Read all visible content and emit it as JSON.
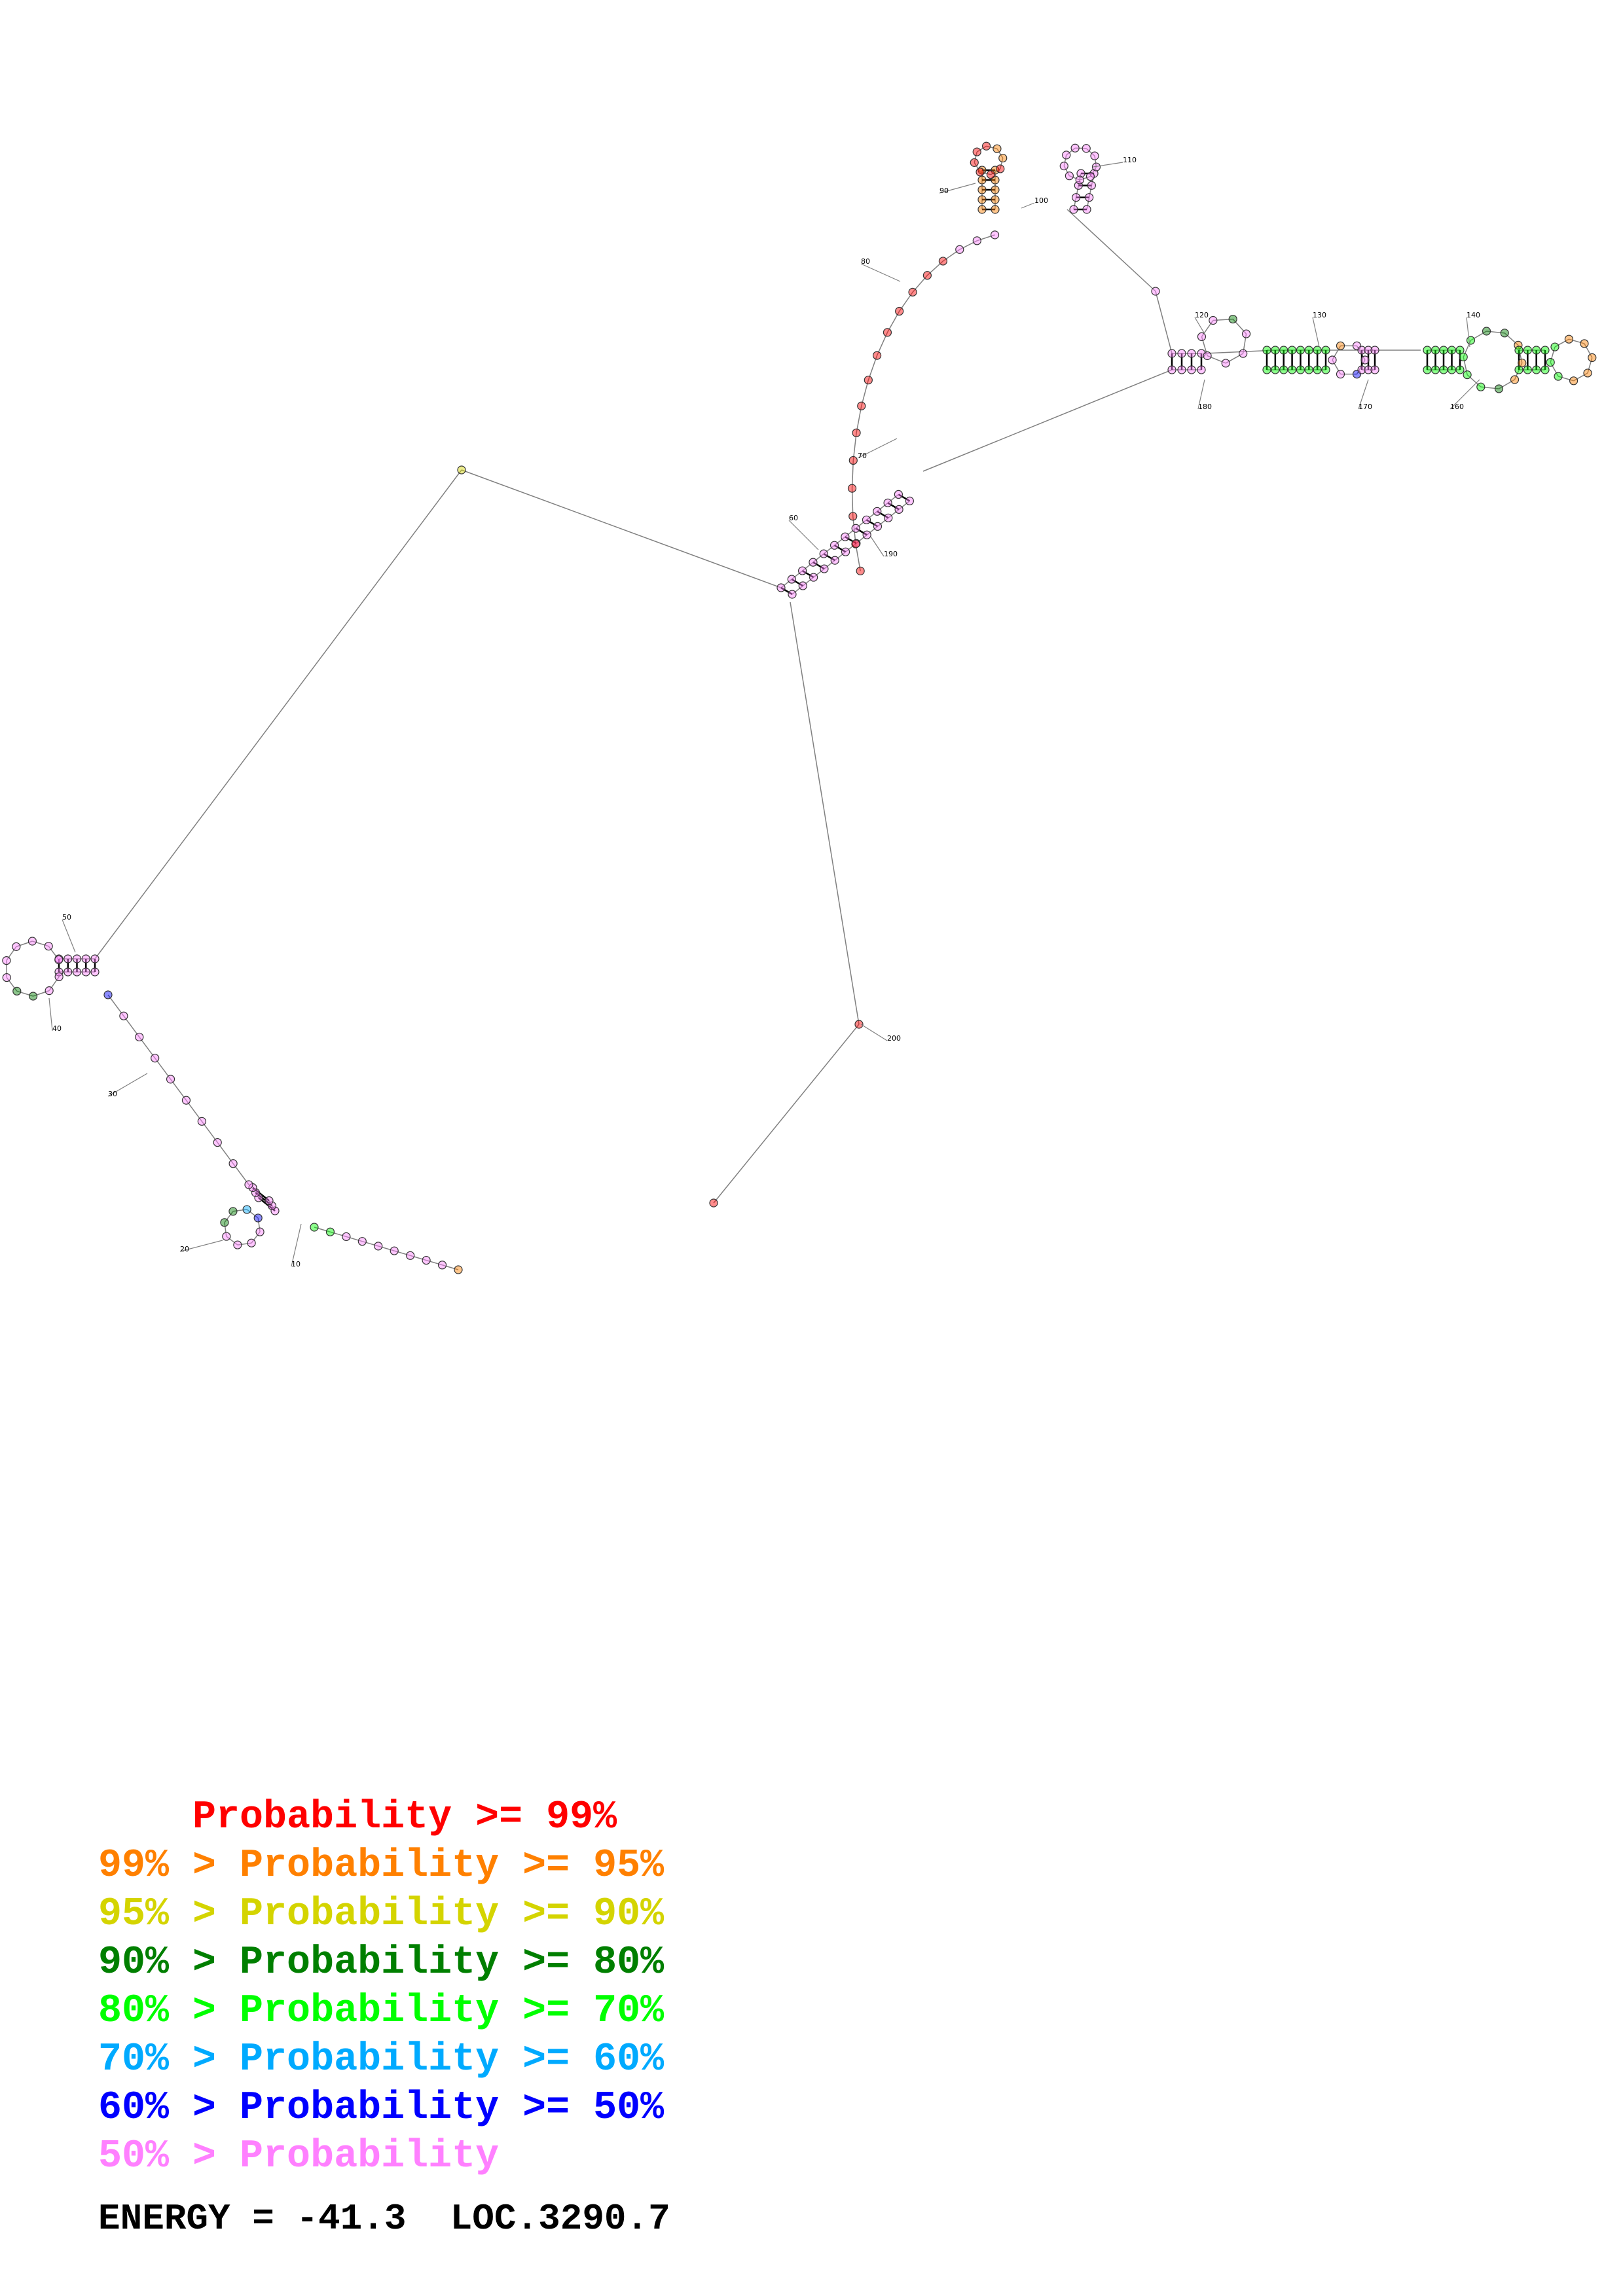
{
  "colors": {
    "p99": "#ff0000",
    "p95": "#ff8000",
    "p90": "#d4d400",
    "p80": "#007f00",
    "p70": "#00ff00",
    "p60": "#00aaff",
    "p50": "#0000ff",
    "plow": "#ff80ff",
    "line": "#808080",
    "pair": "#000000",
    "text": "#000000"
  },
  "position_labels": [
    "10",
    "20",
    "30",
    "40",
    "50",
    "60",
    "70",
    "80",
    "90",
    "100",
    "110",
    "120",
    "130",
    "140",
    "160",
    "170",
    "180",
    "190",
    "200"
  ],
  "legend": [
    {
      "prefix": "    ",
      "label": "Probability >= 99%",
      "color": "#ff0000"
    },
    {
      "prefix": "99% > ",
      "label": "Probability >= 95%",
      "color": "#ff8000"
    },
    {
      "prefix": "95% > ",
      "label": "Probability >= 90%",
      "color": "#d4d400"
    },
    {
      "prefix": "90% > ",
      "label": "Probability >= 80%",
      "color": "#007f00"
    },
    {
      "prefix": "80% > ",
      "label": "Probability >= 70%",
      "color": "#00ff00"
    },
    {
      "prefix": "70% > ",
      "label": "Probability >= 60%",
      "color": "#00aaff"
    },
    {
      "prefix": "60% > ",
      "label": "Probability >= 50%",
      "color": "#0000ff"
    },
    {
      "prefix": "50% > ",
      "label": "Probability",
      "color": "#ff80ff"
    }
  ],
  "energy_text": "ENERGY = -41.3  LOC.3290.7"
}
